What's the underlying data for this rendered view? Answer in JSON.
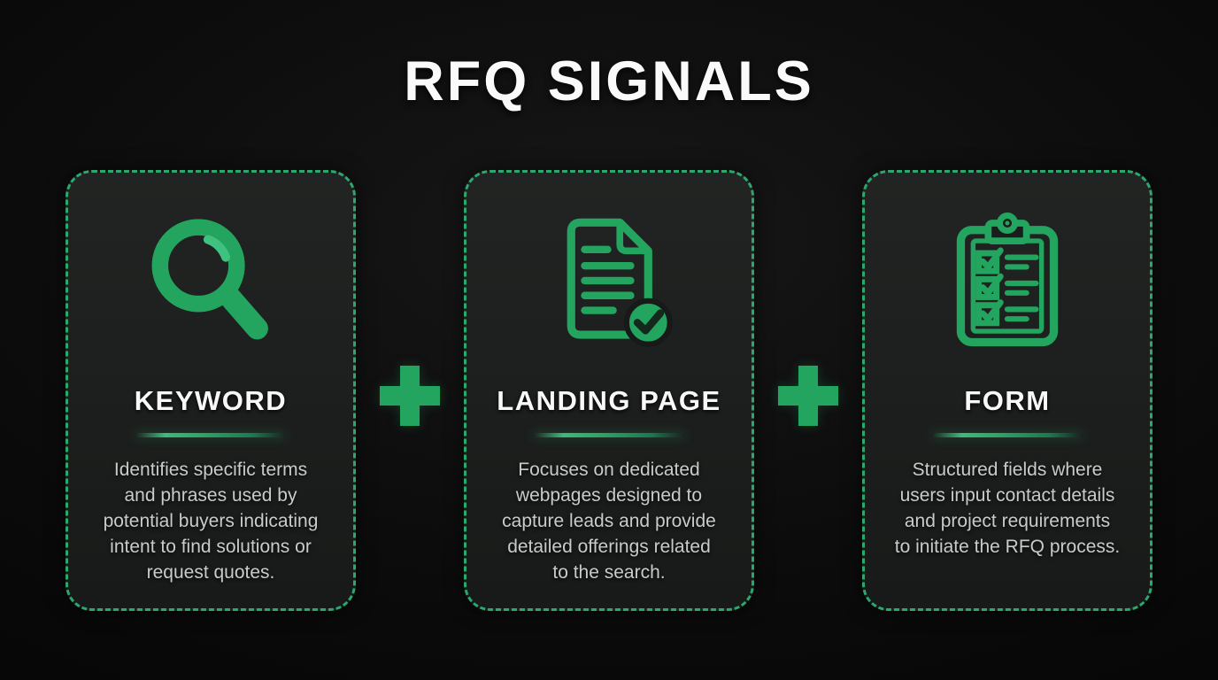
{
  "page_title": "RFQ SIGNALS",
  "colors": {
    "accent_green": "#23a55f",
    "accent_green_light": "#3fc180",
    "dashed_border_green": "#2ba86c",
    "card_background": "#1d1f1e",
    "page_background": "#0b0b0b",
    "heading_text": "#f8f8f8",
    "body_text": "#c9cbca",
    "title_text": "#fafafa"
  },
  "cards": [
    {
      "heading": "KEYWORD",
      "icon": "magnifier-icon",
      "body": "Identifies specific terms\nand phrases used by\npotential buyers indicating\nintent to find solutions or\nrequest quotes."
    },
    {
      "heading": "LANDING PAGE",
      "icon": "document-check-icon",
      "body": "Focuses on dedicated\nwebpages designed to\ncapture leads and provide\ndetailed offerings related\nto the search."
    },
    {
      "heading": "FORM",
      "icon": "clipboard-checklist-icon",
      "body": "Structured fields where\nusers input contact details\nand project requirements\nto initiate the RFQ process."
    }
  ],
  "separators": [
    {
      "icon": "plus-icon"
    },
    {
      "icon": "plus-icon"
    }
  ]
}
